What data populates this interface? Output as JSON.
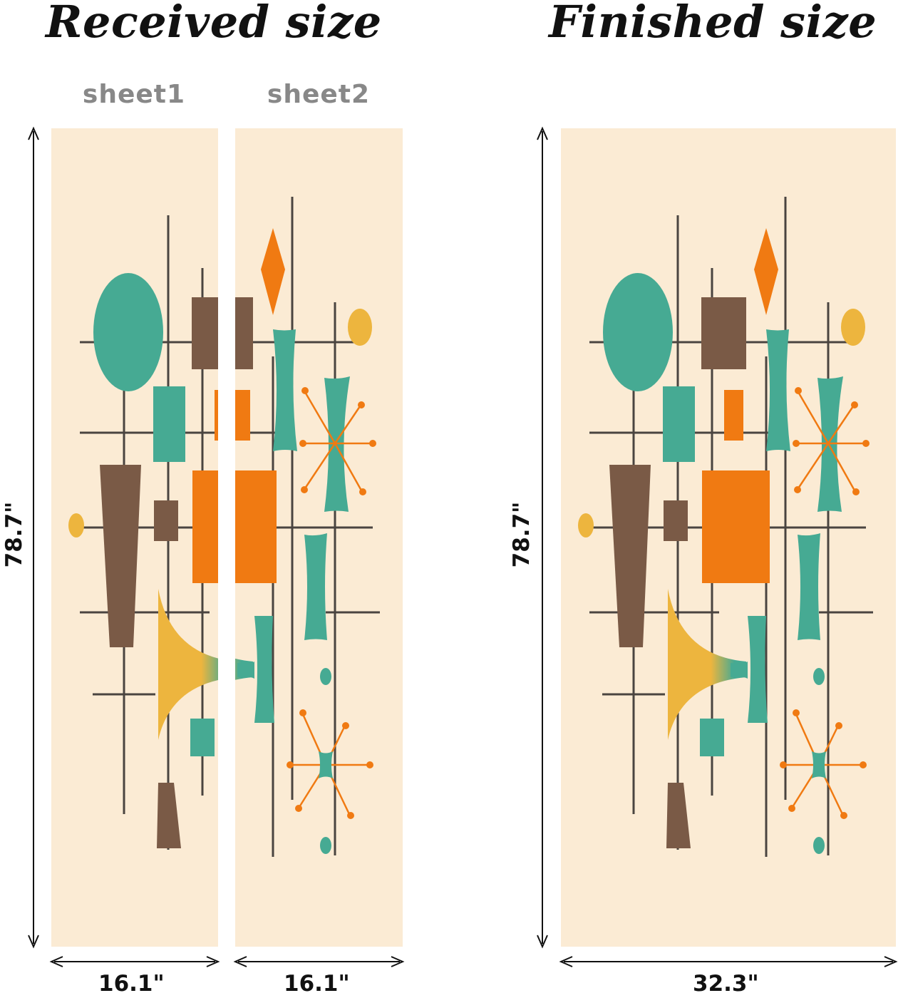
{
  "headings": {
    "received": "Received size",
    "finished": "Finished size"
  },
  "sheets": {
    "sheet1": "sheet1",
    "sheet2": "sheet2"
  },
  "dimensions": {
    "sheet_width": "16.1\"",
    "sheet_width_2": "16.1\"",
    "finished_width": "32.3\"",
    "height_left": "78.7\"",
    "height_right": "78.7\""
  },
  "colors": {
    "panel": "#fbebd4",
    "teal": "#46aa93",
    "brown": "#7a5a46",
    "orange": "#f07a12",
    "yellow": "#edb53e",
    "line": "#4a4440"
  }
}
